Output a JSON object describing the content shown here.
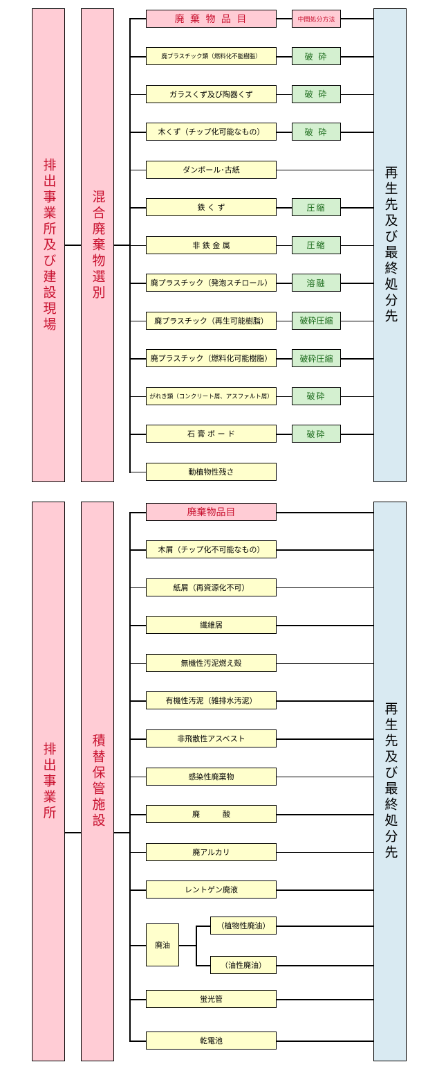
{
  "section1": {
    "source": "排出事業所及び建設現場",
    "process": "混合廃棄物選別",
    "destination": "再生先及び最終処分先",
    "header_item": "廃 棄 物 品 目",
    "header_method": "中間処分方法",
    "rows": [
      {
        "item": "廃プラスチック類（燃料化不能樹脂）",
        "method": "破 砕"
      },
      {
        "item": "ガラスくず及び陶器くず",
        "method": "破 砕"
      },
      {
        "item": "木くず（チップ化可能なもの）",
        "method": "破 砕"
      },
      {
        "item": "ダンボール･古紙",
        "method": ""
      },
      {
        "item": "鉄 く ず",
        "method": "圧縮"
      },
      {
        "item": "非 鉄 金 属",
        "method": "圧縮"
      },
      {
        "item": "廃プラスチック（発泡スチロール）",
        "method": "溶融"
      },
      {
        "item": "廃プラスチック（再生可能樹脂）",
        "method": "破砕圧縮"
      },
      {
        "item": "廃プラスチック（燃料化可能樹脂）",
        "method": "破砕圧縮"
      },
      {
        "item": "がれき類（コンクリート屑、アスファルト屑）",
        "method": "破砕"
      },
      {
        "item": "石 膏 ボ ー ド",
        "method": "破砕"
      },
      {
        "item": "動植物性残さ",
        "method": ""
      }
    ]
  },
  "section2": {
    "source": "排出事業所",
    "process": "積替保管施設",
    "destination": "再生先及び最終処分先",
    "header_item": "廃棄物品目",
    "rows": [
      "木屑（チップ化不可能なもの）",
      "紙屑（再資源化不可）",
      "繊維屑",
      "無機性汚泥燃え殻",
      "有機性汚泥（雑排水汚泥）",
      "非飛散性アスベスト",
      "感染性廃棄物",
      "廃　　　酸",
      "廃アルカリ",
      "レントゲン廃液"
    ],
    "oil": {
      "label": "廃油",
      "sub": [
        "（植物性廃油）",
        "（油性廃油）"
      ]
    },
    "tail": [
      "蛍光管",
      "乾電池"
    ]
  }
}
